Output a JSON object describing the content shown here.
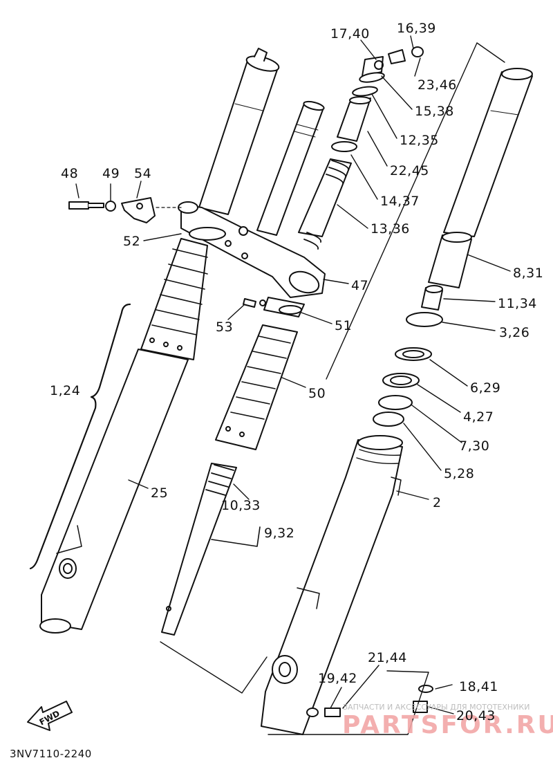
{
  "diagram": {
    "part_labels": {
      "p17_40": "17,40",
      "p16_39": "16,39",
      "p23_46": "23,46",
      "p15_38": "15,38",
      "p12_35": "12,35",
      "p22_45": "22,45",
      "p14_37": "14,37",
      "p13_36": "13,36",
      "p48": "48",
      "p49": "49",
      "p54": "54",
      "p52": "52",
      "p47": "47",
      "p8_31": "8,31",
      "p11_34": "11,34",
      "p3_26": "3,26",
      "p53": "53",
      "p51": "51",
      "p1_24": "1,24",
      "p50": "50",
      "p6_29": "6,29",
      "p4_27": "4,27",
      "p7_30": "7,30",
      "p5_28": "5,28",
      "p25": "25",
      "p10_33": "10,33",
      "p2": "2",
      "p9_32": "9,32",
      "p21_44": "21,44",
      "p19_42": "19,42",
      "p18_41": "18,41",
      "p20_43": "20,43"
    },
    "fwd_label": "FWD",
    "drawing_code": "3NV7110-2240",
    "watermark_caption": "ЗАПЧАСТИ И АКСЕССУАРЫ ДЛЯ МОТОТЕХНИКИ",
    "watermark_logo": "PARTSFOR.RU"
  }
}
